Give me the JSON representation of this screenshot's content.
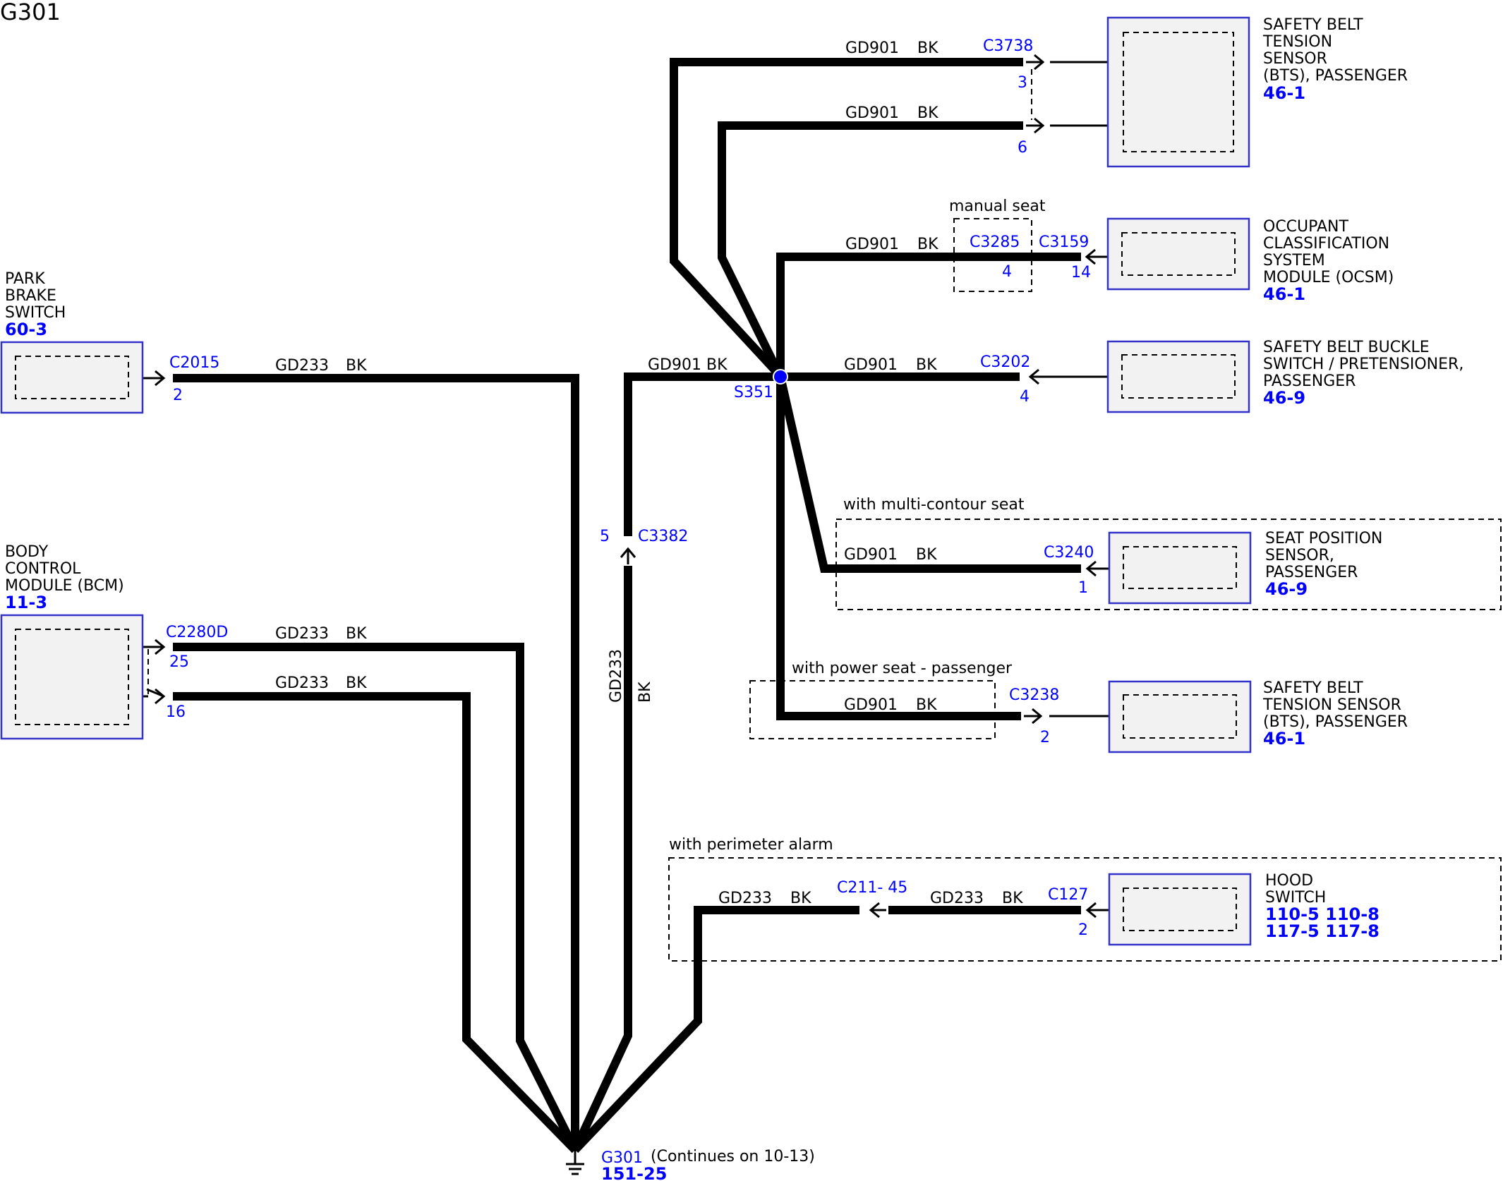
{
  "title": "G301",
  "components": {
    "bts_top": {
      "lines": [
        "SAFETY BELT",
        "TENSION",
        "SENSOR",
        "(BTS), PASSENGER"
      ],
      "ref": "46-1"
    },
    "ocsm": {
      "lines": [
        "OCCUPANT",
        "CLASSIFICATION",
        "SYSTEM",
        "MODULE (OCSM)"
      ],
      "ref": "46-1"
    },
    "buckle": {
      "lines": [
        "SAFETY BELT BUCKLE",
        "SWITCH / PRETENSIONER,",
        "PASSENGER"
      ],
      "ref": "46-9"
    },
    "seat_pos": {
      "lines": [
        "SEAT POSITION",
        "SENSOR,",
        "PASSENGER"
      ],
      "ref": "46-9"
    },
    "bts_bottom": {
      "lines": [
        "SAFETY BELT",
        "TENSION SENSOR",
        "(BTS), PASSENGER"
      ],
      "ref": "46-1"
    },
    "hood": {
      "lines": [
        "HOOD",
        "SWITCH"
      ],
      "refs": [
        "110-5 110-8",
        "117-5 117-8"
      ]
    },
    "park_brake": {
      "lines": [
        "PARK",
        "BRAKE",
        "SWITCH"
      ],
      "ref": "60-3"
    },
    "bcm": {
      "lines": [
        "BODY",
        "CONTROL",
        "MODULE (BCM)"
      ],
      "ref": "11-3"
    }
  },
  "connectors": {
    "c3738": "C3738",
    "c3738_pin_a": "3",
    "c3738_pin_b": "6",
    "c3285": "C3285",
    "c3285_pin": "4",
    "c3159": "C3159",
    "c3159_pin": "14",
    "c3202": "C3202",
    "c3202_pin": "4",
    "c3240": "C3240",
    "c3240_pin": "1",
    "c3238": "C3238",
    "c3238_pin": "2",
    "c211": "C211- 45",
    "c127": "C127",
    "c127_pin": "2",
    "c2015": "C2015",
    "c2015_pin": "2",
    "c2280d": "C2280D",
    "c2280d_pin_a": "25",
    "c2280d_pin_b": "16",
    "c3382": "C3382",
    "c3382_pin": "5"
  },
  "splice": "S351",
  "wires": {
    "gd901": "GD901",
    "gd233": "GD233",
    "bk": "BK",
    "gd901_bk": "GD901 BK"
  },
  "options": {
    "manual_seat": "manual seat",
    "multi_contour": "with multi-contour seat",
    "power_seat": "with power seat - passenger",
    "perimeter": "with perimeter alarm"
  },
  "ground": {
    "label": "G301",
    "note": "(Continues on 10-13)",
    "ref": "151-25"
  },
  "colors": {
    "wire": "#000000",
    "component_border": "#3333cc",
    "link_text": "#0000ff",
    "splice": "#0000ff"
  }
}
